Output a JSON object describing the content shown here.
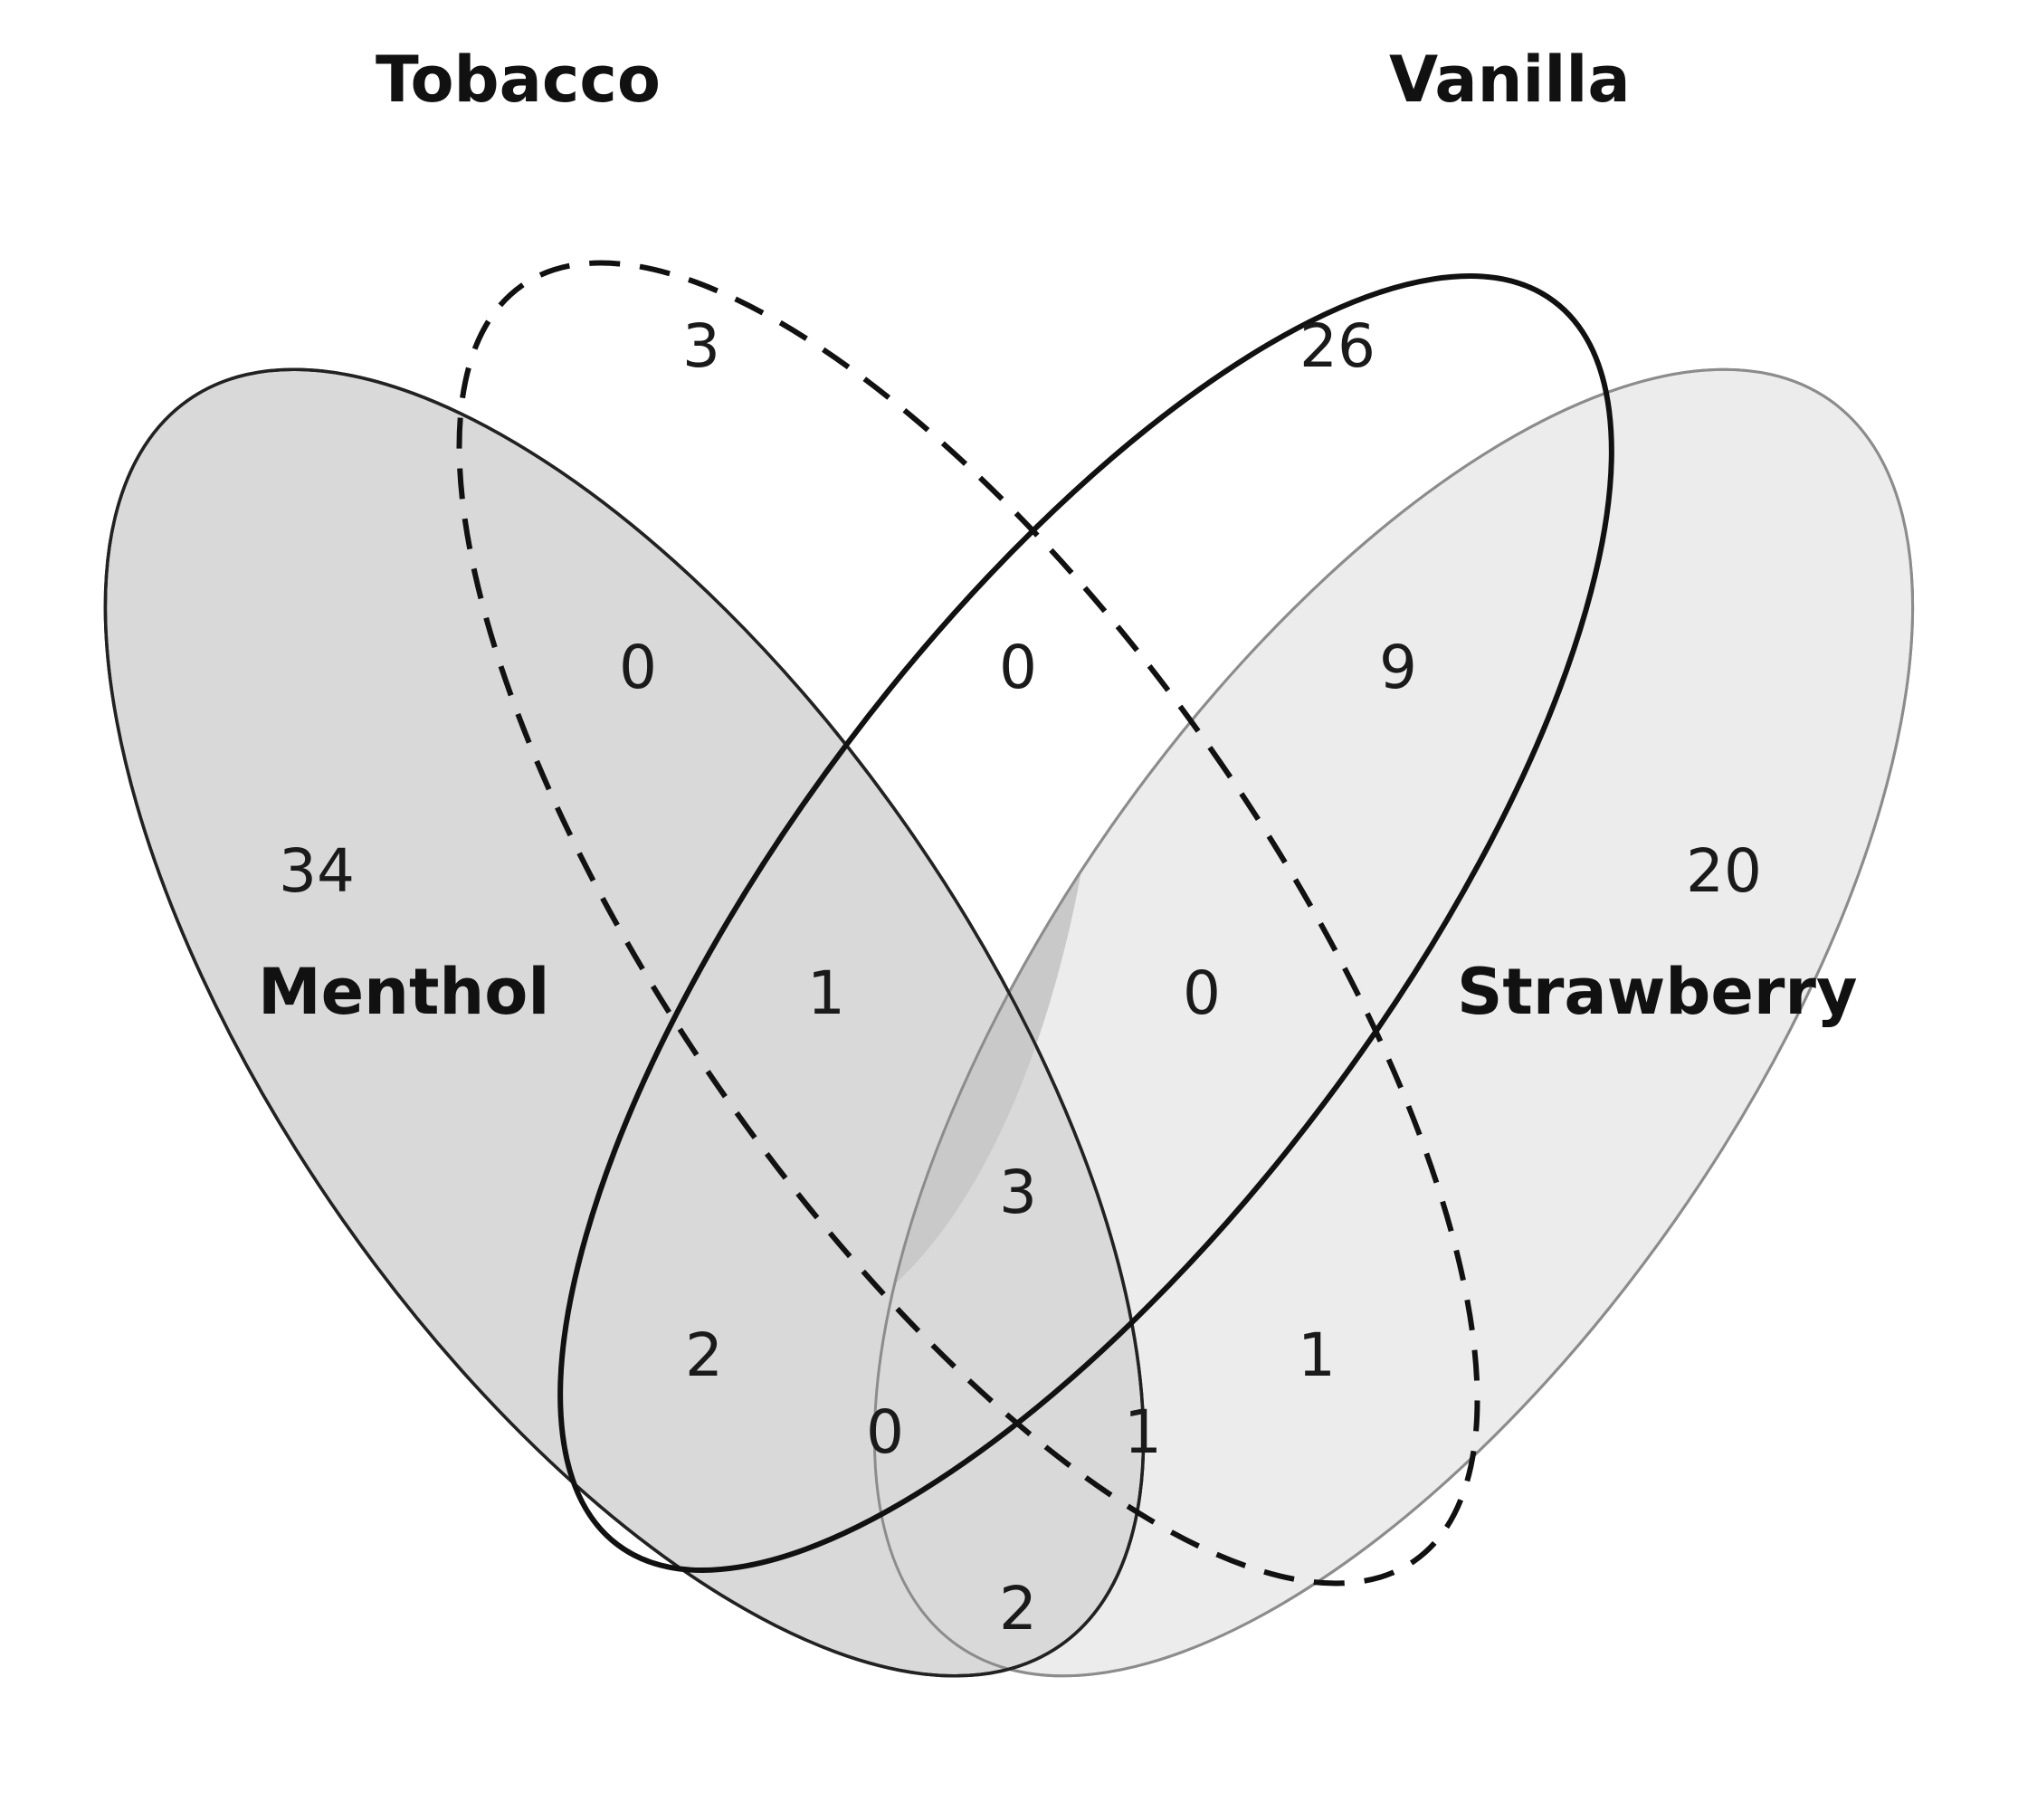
{
  "sets": {
    "tobacco": {
      "label": "Tobacco",
      "border": "dashed",
      "stroke": "#111111"
    },
    "vanilla": {
      "label": "Vanilla",
      "border": "solid",
      "stroke": "#111111"
    },
    "menthol": {
      "label": "Menthol",
      "fill": "#d9d9d9",
      "stroke": "#222222"
    },
    "strawberry": {
      "label": "Strawberry",
      "fill": "#ececec",
      "stroke": "#8c8c8c"
    }
  },
  "regions": {
    "menthol_only": "34",
    "tobacco_only": "3",
    "vanilla_only": "26",
    "strawberry_only": "20",
    "menthol_tobacco": "0",
    "tobacco_vanilla": "0",
    "vanilla_strawberry": "9",
    "menthol_tobacco_vanilla": "1",
    "tobacco_vanilla_strawberry": "0",
    "menthol_vanilla": "2",
    "all_four": "3",
    "tobacco_strawberry": "1",
    "menthol_vanilla_strawberry": "0",
    "menthol_tobacco_strawberry": "1",
    "menthol_strawberry": "2"
  }
}
